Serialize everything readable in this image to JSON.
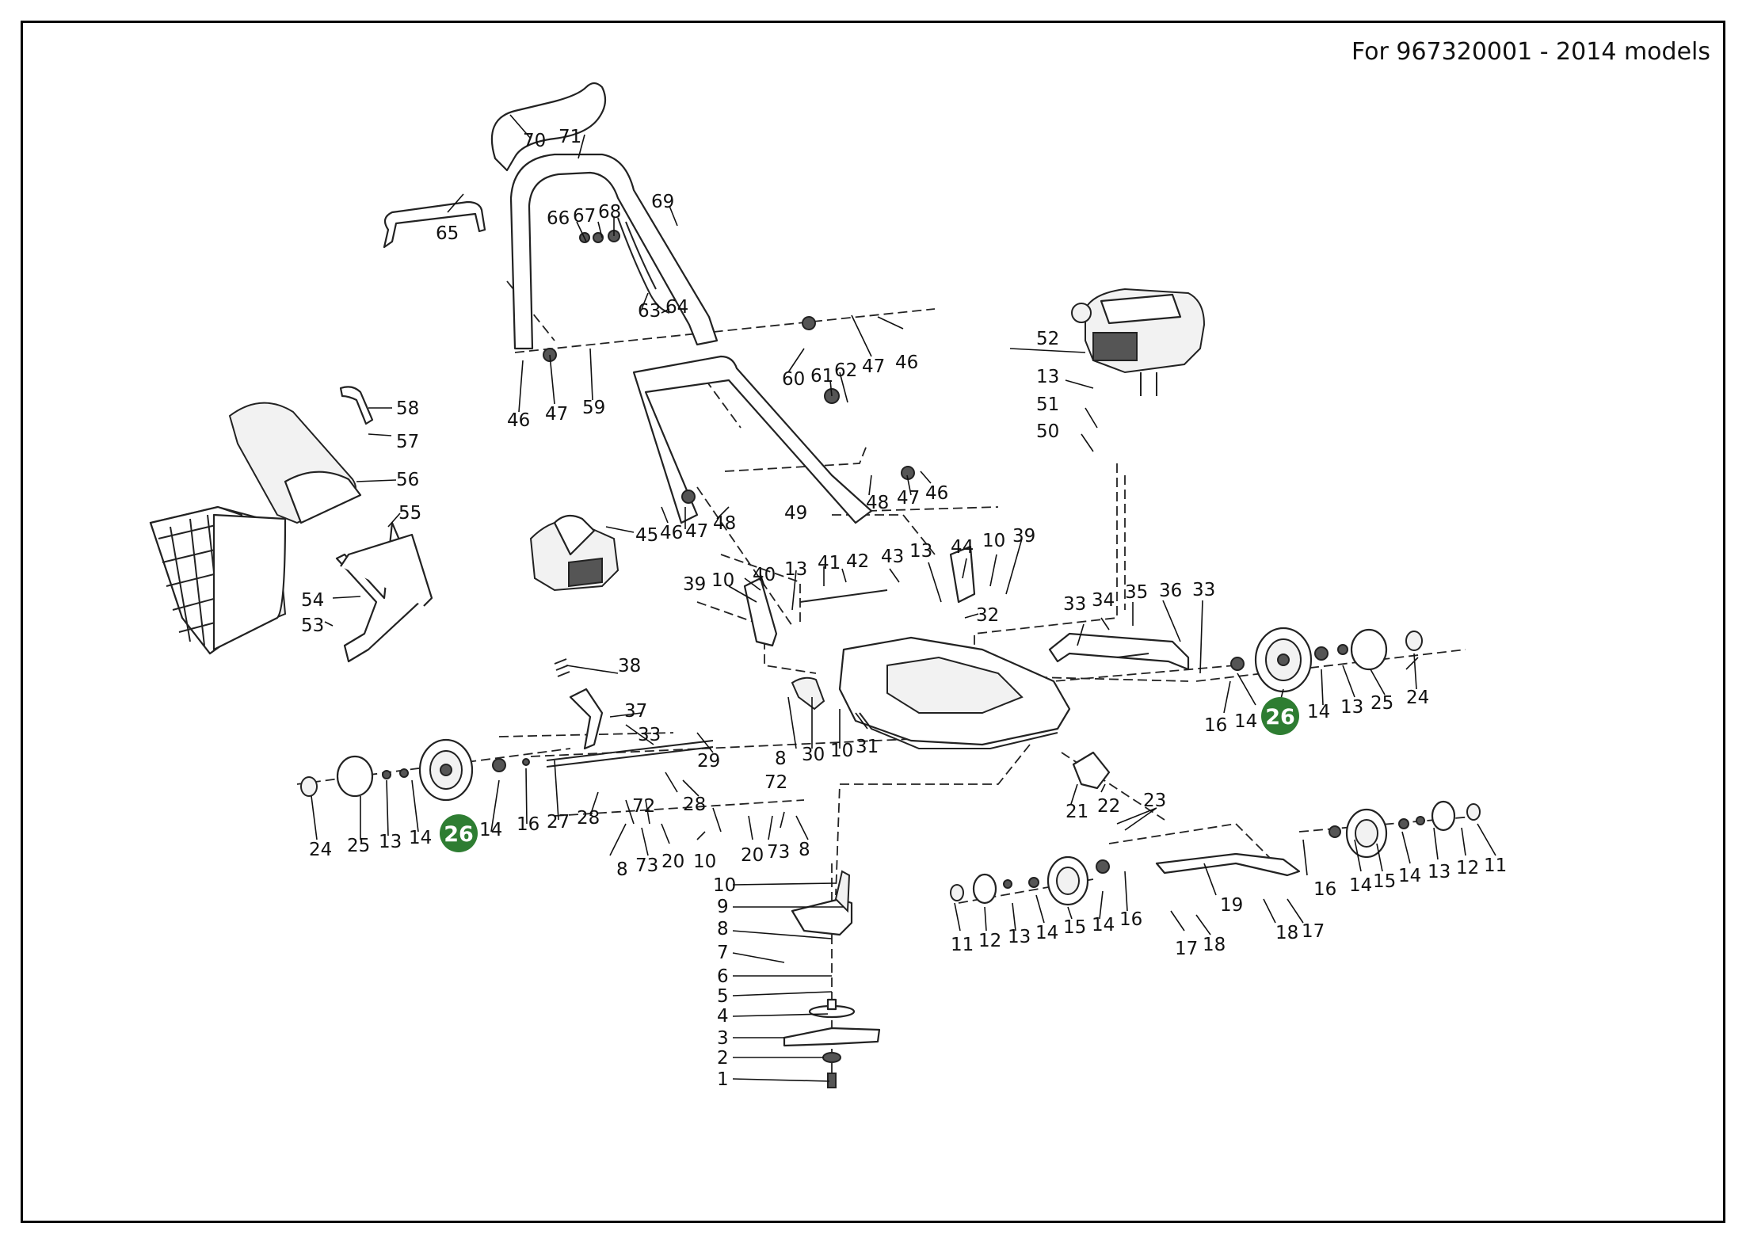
{
  "caption": "For 967320001 - 2014 models",
  "colors": {
    "highlight": "#2e7d32",
    "line": "#222222",
    "text": "#111111"
  },
  "highlight_part": "26",
  "labels": {
    "p70": "70",
    "p71": "71",
    "p65": "65",
    "p66": "66",
    "p67": "67",
    "p68": "68",
    "p69": "69",
    "p63": "63",
    "p64": "64",
    "p46a": "46",
    "p47a": "47",
    "p59": "59",
    "p60": "60",
    "p61": "61",
    "p62": "62",
    "p47b": "47",
    "p46b": "46",
    "p58": "58",
    "p57": "57",
    "p56": "56",
    "p55": "55",
    "p54": "54",
    "p53": "53",
    "p45": "45",
    "p46c": "46",
    "p47c": "47",
    "p48a": "48",
    "p49": "49",
    "p48b": "48",
    "p47d": "47",
    "p46d": "46",
    "p52": "52",
    "p13a": "13",
    "p51": "51",
    "p50": "50",
    "p39a": "39",
    "p10a": "10",
    "p40": "40",
    "p13b": "13",
    "p41": "41",
    "p42": "42",
    "p43": "43",
    "p13c": "13",
    "p44": "44",
    "p10b": "10",
    "p39b": "39",
    "p32": "32",
    "p33a": "33",
    "p34": "34",
    "p35": "35",
    "p36": "36",
    "p33b": "33",
    "p38": "38",
    "p37": "37",
    "p33c": "33",
    "p29": "29",
    "p8a": "8",
    "p30": "30",
    "p10c": "10",
    "p31": "31",
    "p16a": "16",
    "p14a": "14",
    "p14b": "14",
    "p13d": "13",
    "p25a": "25",
    "p24a": "24",
    "p24b": "24",
    "p25b": "25",
    "p13e": "13",
    "p14c": "14",
    "p14d": "14",
    "p16b": "16",
    "p27": "27",
    "p28a": "28",
    "p28b": "28",
    "p72a": "72",
    "p72b": "72",
    "p8b": "8",
    "p73a": "73",
    "p20a": "20",
    "p10d": "10",
    "p20b": "20",
    "p73b": "73",
    "p8c": "8",
    "p21": "21",
    "p22": "22",
    "p23": "23",
    "p16c": "16",
    "p14e": "14",
    "p15a": "15",
    "p14f": "14",
    "p13f": "13",
    "p12a": "12",
    "p11a": "11",
    "p19": "19",
    "p18a": "18",
    "p17a": "17",
    "p11b": "11",
    "p12b": "12",
    "p13g": "13",
    "p14g": "14",
    "p15b": "15",
    "p14h": "14",
    "p16d": "16",
    "p17b": "17",
    "p18b": "18",
    "s10": "10",
    "s9": "9",
    "s8": "8",
    "s7": "7",
    "s6": "6",
    "s5": "5",
    "s4": "4",
    "s3": "3",
    "s2": "2",
    "s1": "1"
  }
}
